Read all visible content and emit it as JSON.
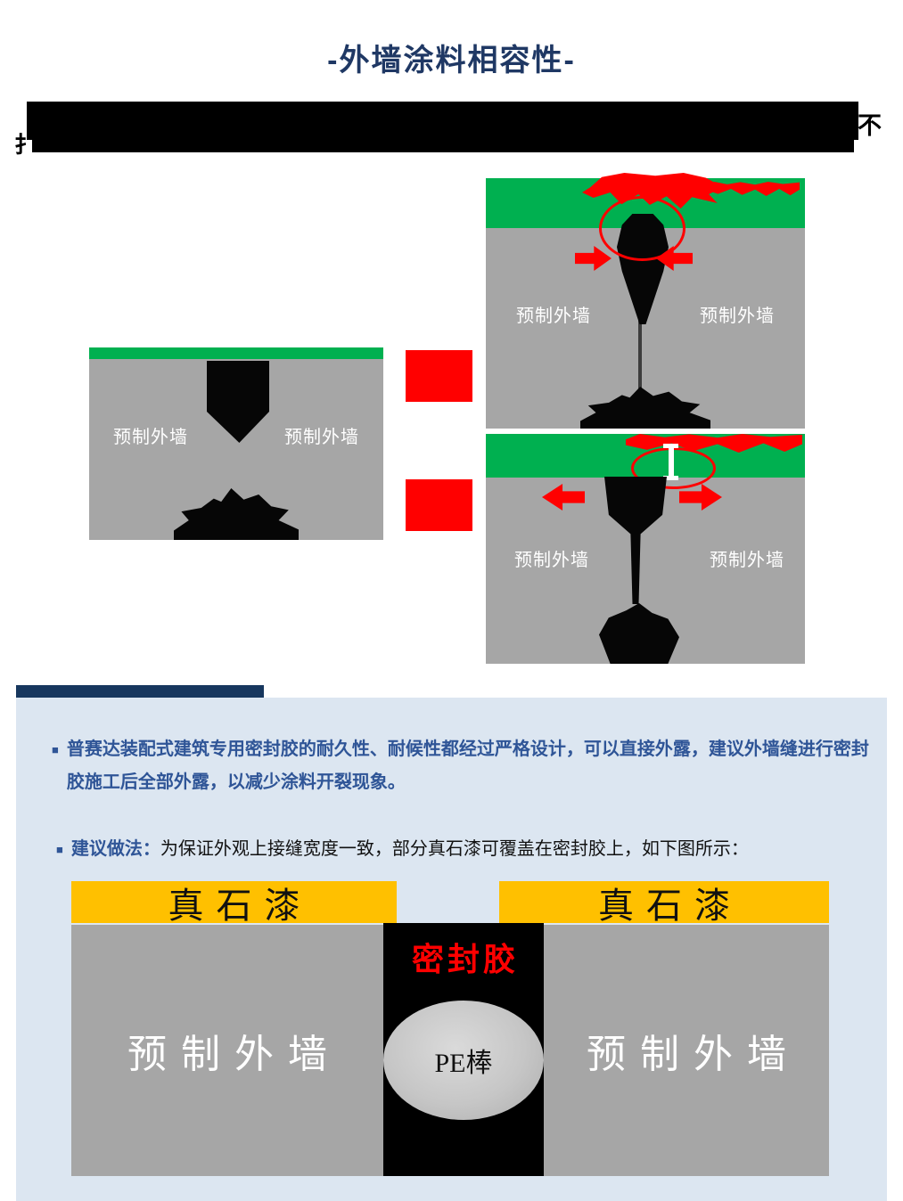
{
  "title": {
    "text": "-外墙涂料相容性-"
  },
  "intro": {
    "line1_visible_suffix": "不",
    "line2_visible_prefix": "扌"
  },
  "diagrams": {
    "wall_label": "预制外墙"
  },
  "panel": {
    "point1": {
      "bullet": "■",
      "text": "普赛达装配式建筑专用密封胶的耐久性、耐候性都经过严格设计，可以直接外露，建议外墙缝进行密封胶施工后全部外露，以减少涂料开裂现象。"
    },
    "point2": {
      "bullet": "■",
      "lead": "建议做法：",
      "text": "为保证外观上接缝宽度一致，部分真石漆可覆盖在密封胶上，如下图所示："
    },
    "figure": {
      "stone_paint_label": "真石漆",
      "sealant_label": "密封胶",
      "pe_rod_label": "PE棒",
      "wall_label": "预制外墙"
    }
  },
  "colors": {
    "title_navy": "#1F3864",
    "coating_green": "#00B050",
    "wall_gray": "#A6A6A6",
    "alert_red": "#FF0000",
    "stone_paint_yellow": "#FFC000",
    "panel_bg": "#DCE6F1",
    "divider_navy": "#17375E",
    "body_text_blue": "#2F5597"
  }
}
